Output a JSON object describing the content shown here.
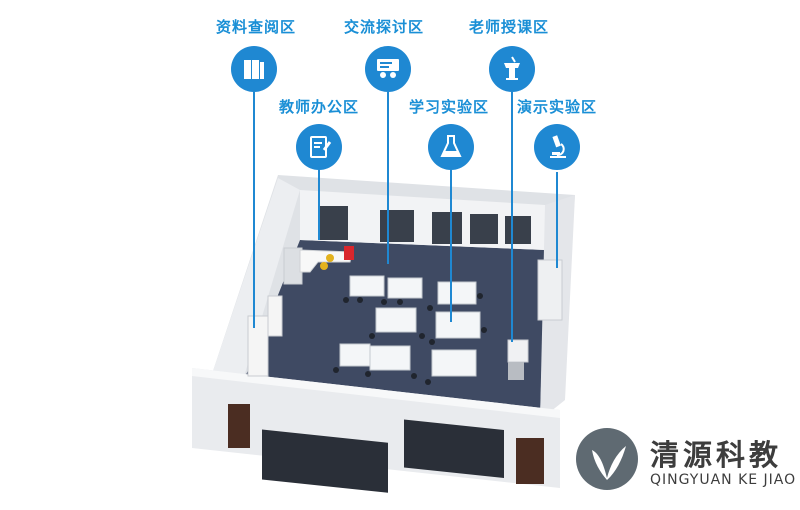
{
  "zones": [
    {
      "id": "data-reading",
      "label": "资料查阅区",
      "icon": "books-icon"
    },
    {
      "id": "discussion",
      "label": "交流探讨区",
      "icon": "discussion-icon"
    },
    {
      "id": "teacher-lecture",
      "label": "老师授课区",
      "icon": "podium-icon"
    },
    {
      "id": "teacher-office",
      "label": "教师办公区",
      "icon": "notepad-icon"
    },
    {
      "id": "study-lab",
      "label": "学习实验区",
      "icon": "flask-icon"
    },
    {
      "id": "demo-lab",
      "label": "演示实验区",
      "icon": "microscope-icon"
    }
  ],
  "colors": {
    "accent": "#1f88d2",
    "label": "#1a8fd6",
    "floor": "#3f4a63",
    "wall": "#e9ebee",
    "logo_text": "#3d3d3d"
  },
  "brand": {
    "name_cn": "清源科教",
    "name_en": "QINGYUAN KE JIAO"
  }
}
